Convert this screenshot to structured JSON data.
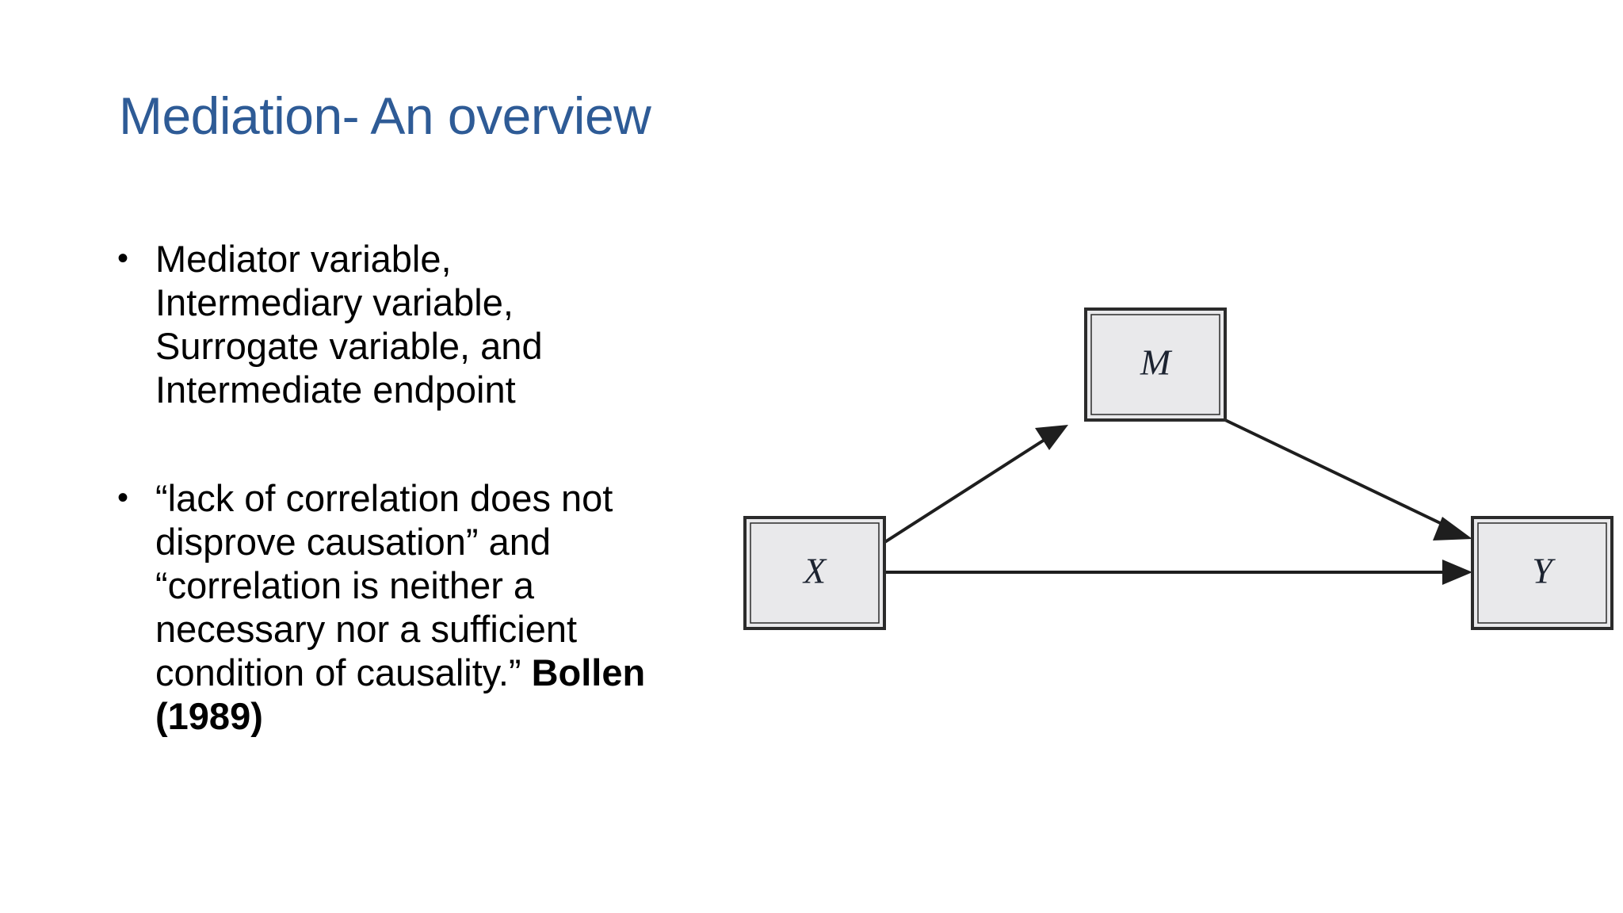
{
  "slide": {
    "title": "Mediation- An overview",
    "title_color": "#2E5B96",
    "background_color": "#ffffff",
    "body_text_color": "#000000"
  },
  "bullets": [
    {
      "marker": "•",
      "text_plain": "Mediator variable, Intermediary variable, Surrogate variable, and Intermediate endpoint",
      "text_html": "Mediator variable, Intermediary variable, Surrogate variable, and Intermediate endpoint"
    },
    {
      "marker": "•",
      "text_plain": "“lack of correlation does not disprove causation” and “correlation is neither a necessary nor a sufficient condition of causality.” Bollen (1989)",
      "text_html": "“lack of correlation does not disprove causation” and “correlation is neither a necessary nor a sufficient condition of causality.” <b>Bollen (1989)</b>"
    }
  ],
  "diagram": {
    "type": "mediation-path-diagram",
    "node_fill_color": "#E9E9EB",
    "node_border_color": "#2B2B2B",
    "arrow_color": "#1E1E1E",
    "nodes": [
      {
        "id": "X",
        "label": "X",
        "role": "independent-variable"
      },
      {
        "id": "M",
        "label": "M",
        "role": "mediator-variable"
      },
      {
        "id": "Y",
        "label": "Y",
        "role": "outcome-variable"
      }
    ],
    "edges": [
      {
        "from": "X",
        "to": "M",
        "label": ""
      },
      {
        "from": "M",
        "to": "Y",
        "label": ""
      },
      {
        "from": "X",
        "to": "Y",
        "label": ""
      }
    ]
  }
}
